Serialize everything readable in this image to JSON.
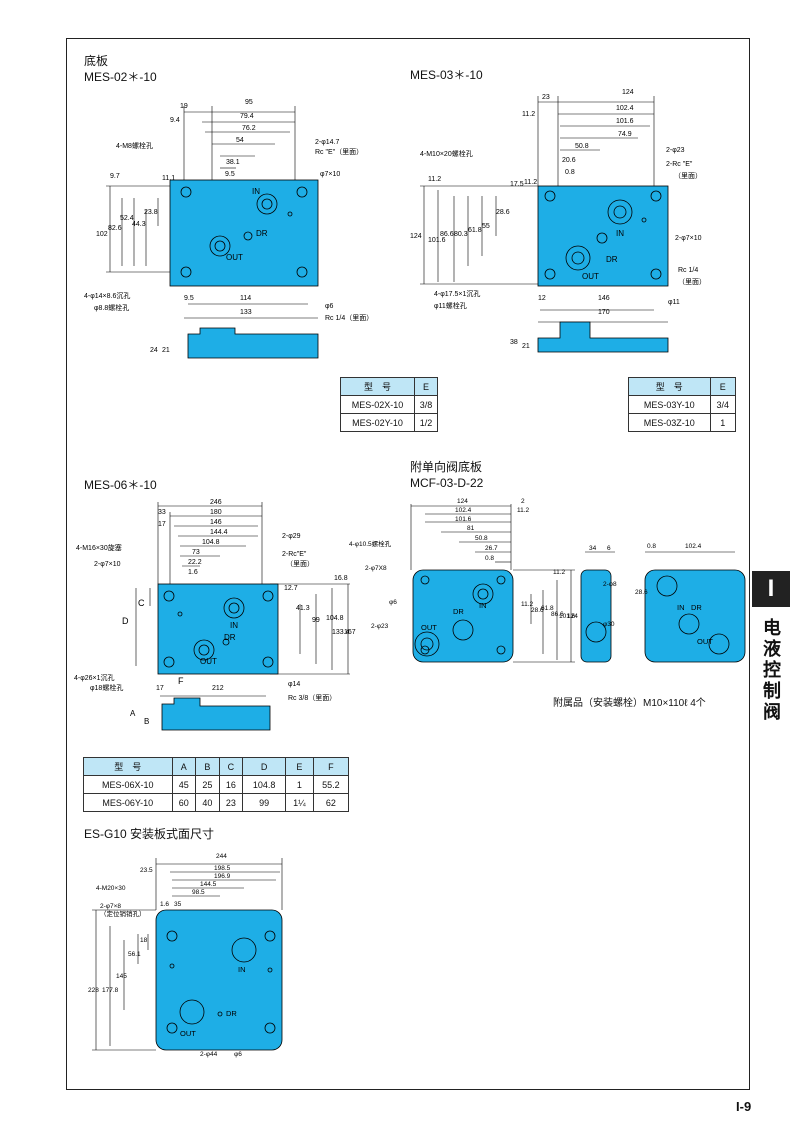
{
  "section_tab": "I",
  "side_label": "电液控制阀",
  "page_number": "I-9",
  "colors": {
    "plate": "#1eaee6",
    "header": "#bfe6f6"
  },
  "mes02": {
    "heading": "底板",
    "model": "MES-02＊-10",
    "dims": [
      "19",
      "95",
      "9.4",
      "79.4",
      "76.2",
      "54",
      "38.1",
      "9.5",
      "2-φ14.7",
      "Rc \"E\"（里面）",
      "φ7×10",
      "9.7",
      "11.1",
      "102",
      "82.6",
      "52.4",
      "44.3",
      "23.8",
      "4-M8螺栓孔",
      "IN",
      "DR",
      "OUT",
      "4-φ14×8.6沉孔",
      "φ8.8螺栓孔",
      "9.5",
      "114",
      "133",
      "φ6",
      "Rc 1/4（里面）",
      "24",
      "21"
    ],
    "table": {
      "headers": [
        "型　号",
        "E"
      ],
      "rows": [
        [
          "MES-02X-10",
          "3/8"
        ],
        [
          "MES-02Y-10",
          "1/2"
        ]
      ]
    }
  },
  "mes03": {
    "model": "MES-03＊-10",
    "dims": [
      "23",
      "124",
      "11.2",
      "102.4",
      "101.6",
      "74.9",
      "50.8",
      "20.6",
      "0.8",
      "4-M10×20螺栓孔",
      "2-φ23",
      "2-Rc \"E\"",
      "（里面）",
      "11.2",
      "17.5",
      "11.2",
      "28.6",
      "55",
      "61.8",
      "80.3",
      "86.6",
      "101.6",
      "124",
      "IN",
      "DR",
      "OUT",
      "2-φ7×10",
      "Rc 1/4",
      "（里面）",
      "4-φ17.5×1沉孔",
      "φ11螺栓孔",
      "12",
      "146",
      "170",
      "φ11",
      "38",
      "21"
    ],
    "table": {
      "headers": [
        "型　号",
        "E"
      ],
      "rows": [
        [
          "MES-03Y-10",
          "3/4"
        ],
        [
          "MES-03Z-10",
          "1"
        ]
      ]
    }
  },
  "mes06": {
    "model": "MES-06＊-10",
    "dims": [
      "246",
      "33",
      "180",
      "17",
      "146",
      "144.4",
      "104.8",
      "73",
      "22.2",
      "1.6",
      "4-M16×30旋塞",
      "2-φ7×10",
      "2-φ29",
      "2-Rc\"E\"",
      "（里面）",
      "16.8",
      "12.7",
      "41.3",
      "99",
      "104.8",
      "133.4",
      "167",
      "C",
      "D",
      "IN",
      "DR",
      "OUT",
      "4-φ26×1沉孔",
      "φ18螺栓孔",
      "17",
      "F",
      "212",
      "φ14",
      "Rc 3/8（里面）",
      "A",
      "B"
    ],
    "table": {
      "headers": [
        "型　号",
        "A",
        "B",
        "C",
        "D",
        "E",
        "F"
      ],
      "rows": [
        [
          "MES-06X-10",
          "45",
          "25",
          "16",
          "104.8",
          "1",
          "55.2"
        ],
        [
          "MES-06Y-10",
          "60",
          "40",
          "23",
          "99",
          "1¼",
          "62"
        ]
      ]
    }
  },
  "mcf": {
    "heading": "附单向阀底板",
    "model": "MCF-03-D-22",
    "dims": [
      "124",
      "2",
      "102.4",
      "11.2",
      "101.6",
      "81",
      "50.8",
      "26.7",
      "0.8",
      "4-φ10.5螺栓孔",
      "2-φ7X8",
      "φ6",
      "2-φ23",
      "11.2",
      "28.6",
      "61.8",
      "86.6",
      "101.6",
      "124",
      "11.2",
      "IN",
      "DR",
      "OUT",
      "34",
      "6",
      "0.8",
      "102.4",
      "2-φ8",
      "28.6",
      "φ30",
      "IN",
      "DR",
      "OUT"
    ],
    "note": "附属品（安装螺栓）M10×110ℓ 4个"
  },
  "esg10": {
    "heading": "ES-G10 安装板式面尺寸",
    "dims": [
      "244",
      "23.5",
      "198.5",
      "196.9",
      "144.5",
      "98.5",
      "4-M20×30",
      "1.6",
      "35",
      "2-φ7×8",
      "（定位销销孔）",
      "18",
      "56.1",
      "145",
      "177.8",
      "228",
      "IN",
      "DR",
      "OUT",
      "2-φ44",
      "φ6"
    ]
  }
}
